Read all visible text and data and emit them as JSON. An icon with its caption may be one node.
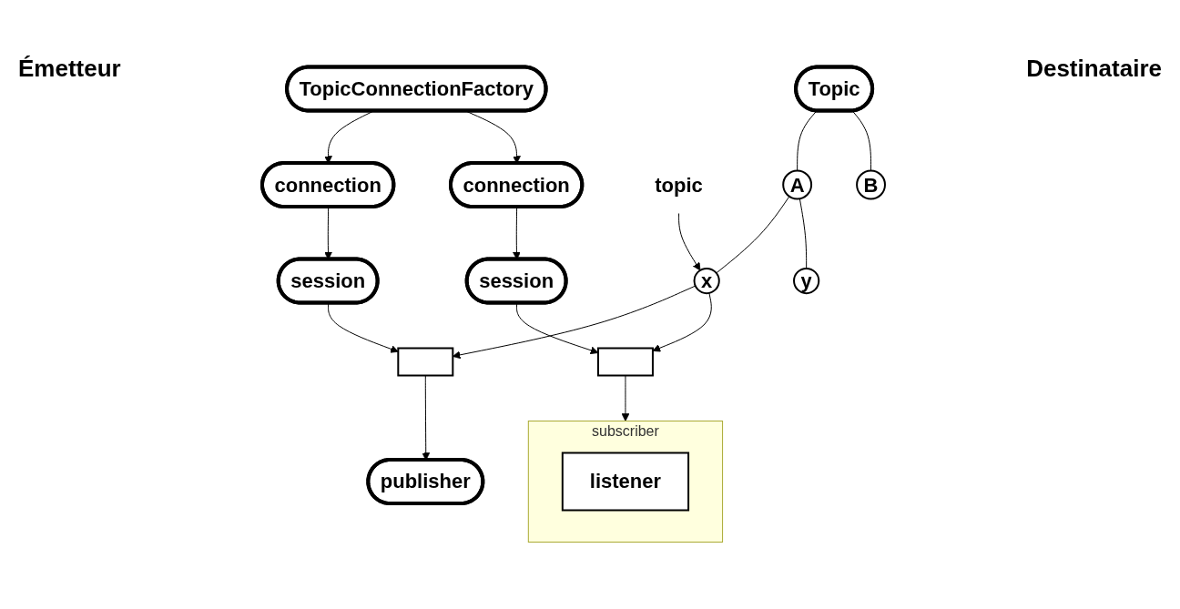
{
  "diagram": {
    "nodes": [
      {
        "text": [
          "TopicConnectionFactory"
        ]
      },
      {
        "text": [
          "connection"
        ]
      },
      {
        "text": [
          "Topic"
        ]
      },
      {
        "text": [
          "connection"
        ]
      },
      {
        "text": [
          "topic"
        ]
      },
      {
        "text": [
          "A"
        ]
      },
      {
        "text": [
          "B"
        ]
      },
      {
        "text": [
          "session"
        ]
      },
      {
        "text": [
          "x"
        ]
      },
      {
        "text": [
          "y"
        ]
      },
      {
        "text": [
          "session"
        ]
      },
      {
        "text": [],
        "shape": "box"
      },
      {
        "text": [],
        "shape": "box"
      },
      {
        "text": [
          "publisher"
        ]
      },
      {
        "text": [
          "subscriber"
        ]
      },
      {
        "text": [
          "listener"
        ],
        "in": 14
      }
    ],
    "edges": [
      {
        "from": 0,
        "to": 1,
        "arrow": "to"
      },
      {
        "from": 0,
        "to": 3,
        "arrow": "to"
      },
      {
        "from": 1,
        "to": 7,
        "arrow": "to"
      },
      {
        "from": 3,
        "to": 10,
        "arrow": "to"
      },
      {
        "from": 2,
        "to": 5,
        "arrow": "none"
      },
      {
        "from": 2,
        "to": 6,
        "arrow": "none"
      },
      {
        "from": 5,
        "to": 8,
        "arrow": "none"
      },
      {
        "from": 5,
        "to": 9,
        "arrow": "none"
      },
      {
        "from": 4,
        "to": 8,
        "arrow": "to"
      },
      {
        "from": 7,
        "to": 11,
        "arrow": "to"
      },
      {
        "from": 8,
        "to": 11,
        "arrow": "to"
      },
      {
        "from": 11,
        "to": 13,
        "arrow": "to"
      },
      {
        "from": 10,
        "to": 12,
        "arrow": "to"
      },
      {
        "from": 8,
        "to": 12,
        "arrow": "to"
      },
      {
        "from": 12,
        "to": 14,
        "arrow": "to"
      }
    ],
    "labels": [
      "Émetteur",
      "Destinataire"
    ]
  }
}
